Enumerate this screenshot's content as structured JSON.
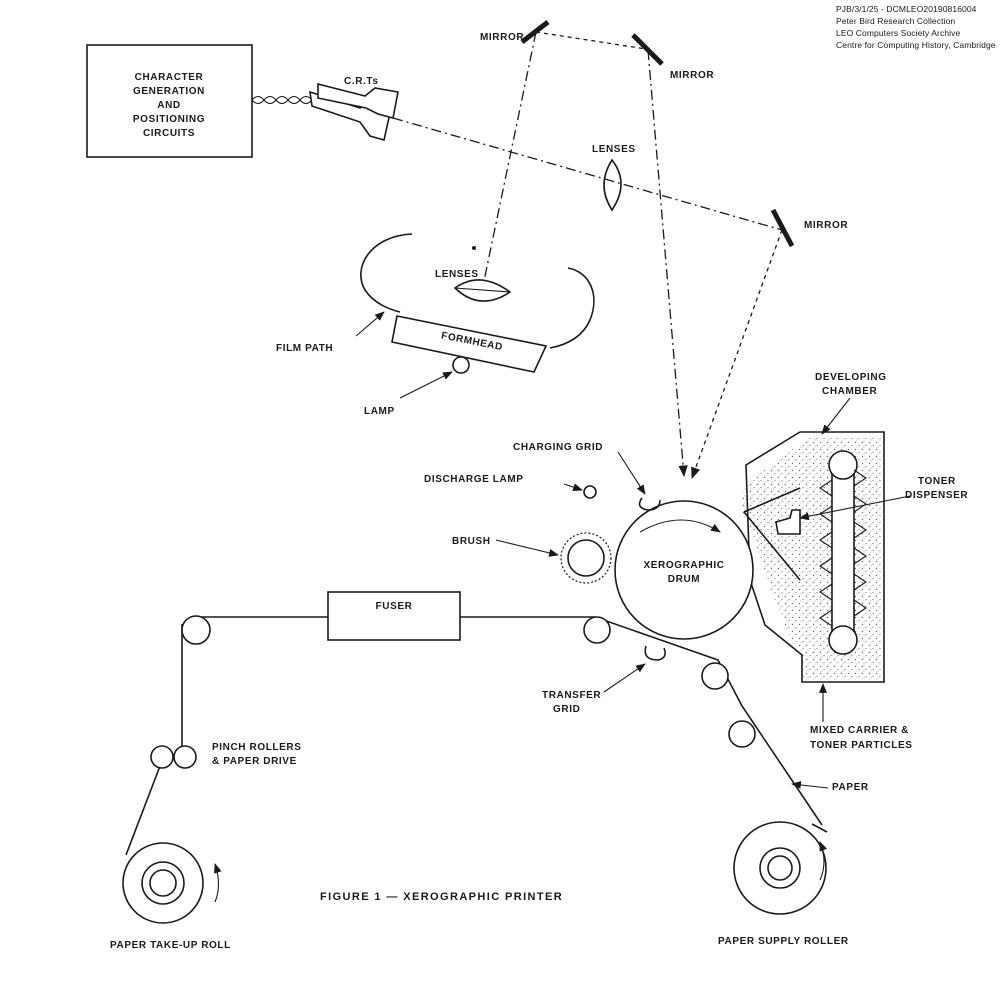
{
  "archive": {
    "line1": "PJB/3/1/25 - DCMLEO20190816004",
    "line2": "Peter Bird Research Collection",
    "line3": "LEO Computers Society Archive",
    "line4": "Centre for Computing History, Cambridge"
  },
  "labels": {
    "char_gen_1": "CHARACTER",
    "char_gen_2": "GENERATION",
    "char_gen_3": "AND",
    "char_gen_4": "POSITIONING",
    "char_gen_5": "CIRCUITS",
    "crts": "C.R.Ts",
    "mirror_top_left": "MIRROR",
    "mirror_top_right": "MIRROR",
    "mirror_right": "MIRROR",
    "lenses_upper": "LENSES",
    "lenses_lower": "LENSES",
    "formhead": "FORMHEAD",
    "film_path": "FILM PATH",
    "lamp": "LAMP",
    "developing_chamber_1": "DEVELOPING",
    "developing_chamber_2": "CHAMBER",
    "charging_grid": "CHARGING GRID",
    "discharge_lamp": "DISCHARGE LAMP",
    "toner_dispenser_1": "TONER",
    "toner_dispenser_2": "DISPENSER",
    "brush": "BRUSH",
    "drum_1": "XEROGRAPHIC",
    "drum_2": "DRUM",
    "fuser": "FUSER",
    "transfer_grid_1": "TRANSFER",
    "transfer_grid_2": "GRID",
    "mixed_1": "MIXED CARRIER &",
    "mixed_2": "TONER PARTICLES",
    "pinch_1": "PINCH ROLLERS",
    "pinch_2": "& PAPER DRIVE",
    "paper": "PAPER",
    "takeup": "PAPER TAKE-UP ROLL",
    "supply": "PAPER SUPPLY ROLLER"
  },
  "caption": "FIGURE 1  —  XEROGRAPHIC   PRINTER"
}
